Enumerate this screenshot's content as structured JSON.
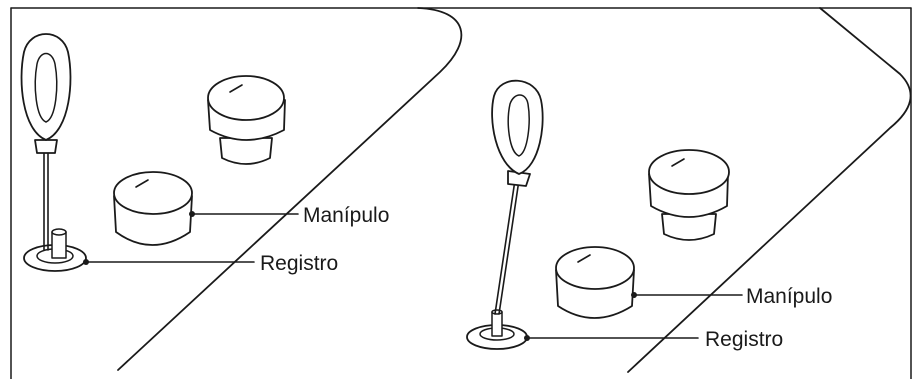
{
  "panels": [
    {
      "labels": {
        "handle": "Manípulo",
        "valve": "Registro"
      }
    },
    {
      "labels": {
        "handle": "Manípulo",
        "valve": "Registro"
      }
    }
  ]
}
